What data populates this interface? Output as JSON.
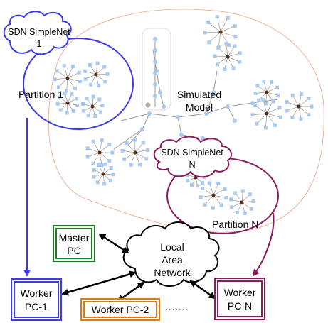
{
  "clouds": {
    "sdn1": {
      "line1": "SDN SimpleNet",
      "line2": "1"
    },
    "sdnN": {
      "line1": "SDN SimpleNet",
      "line2": "N"
    },
    "lan": {
      "line1": "Local",
      "line2": "Area",
      "line3": "Network"
    }
  },
  "labels": {
    "partition1": "Partition 1",
    "partitionN": "Partition N",
    "simulated_line1": "Simulated",
    "simulated_line2": "Model",
    "dots": "·······"
  },
  "boxes": {
    "master": {
      "line1": "Master",
      "line2": "PC"
    },
    "worker1": {
      "line1": "Worker",
      "line2": "PC-1"
    },
    "worker2": {
      "line1": "Worker PC-2"
    },
    "workerN": {
      "line1": "Worker",
      "line2": "PC-N"
    }
  },
  "colors": {
    "partition1": "#3a3ae8",
    "partitionN": "#8b1a5a",
    "master": "#1e7a1e",
    "worker2": "#e07a10",
    "model_outline": "#f0b49a",
    "network_node": "#a9c9ee",
    "network_edge": "#9a9a9a",
    "hub": "#5a2a10"
  }
}
